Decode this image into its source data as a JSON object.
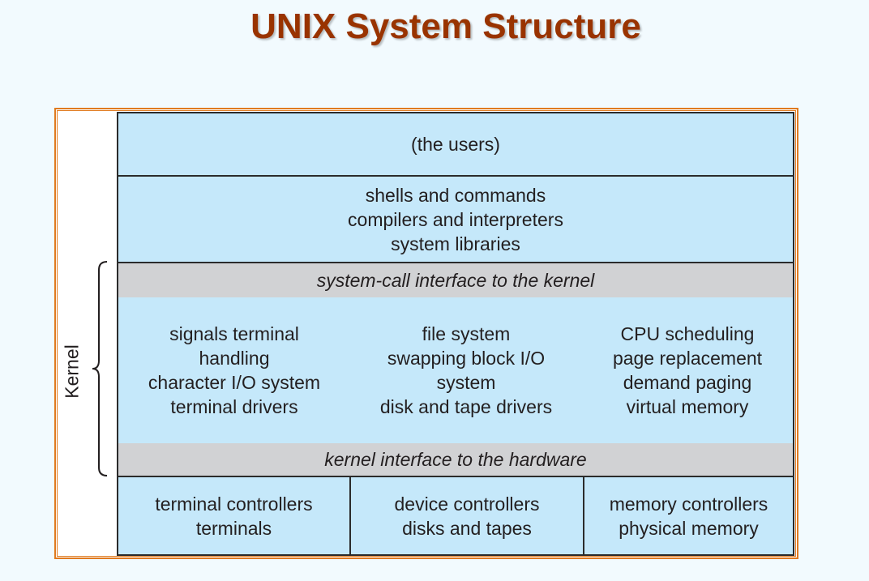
{
  "title": "UNIX System Structure",
  "colors": {
    "title": "#993300",
    "frame_border": "#e07a1f",
    "layer_fill": "#c5e8fa",
    "interface_fill": "#d1d2d4",
    "line": "#2b2b2b"
  },
  "diagram": {
    "side_label": "Kernel",
    "layers": {
      "users": "(the users)",
      "shells": [
        "shells and commands",
        "compilers and interpreters",
        "system libraries"
      ],
      "syscall_interface": "system-call interface to the kernel",
      "kernel_columns": [
        [
          "signals terminal",
          "handling",
          "character I/O system",
          "terminal drivers"
        ],
        [
          "file system",
          "swapping block I/O",
          "system",
          "disk and tape drivers"
        ],
        [
          "CPU scheduling",
          "page replacement",
          "demand paging",
          "virtual memory"
        ]
      ],
      "hardware_interface": "kernel interface to the hardware",
      "hardware_columns": [
        [
          "terminal controllers",
          "terminals"
        ],
        [
          "device controllers",
          "disks and tapes"
        ],
        [
          "memory controllers",
          "physical memory"
        ]
      ]
    }
  }
}
